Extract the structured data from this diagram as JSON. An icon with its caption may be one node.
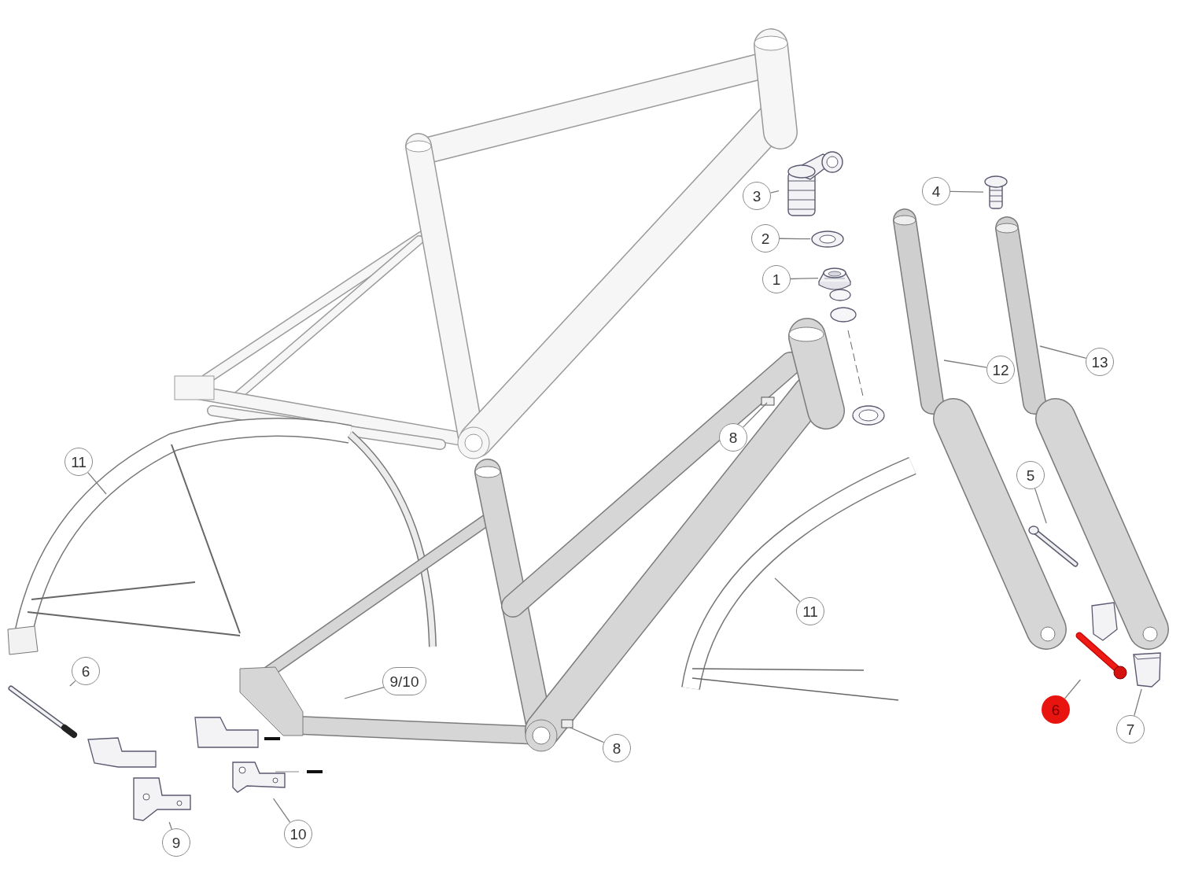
{
  "diagram": {
    "nodes": [
      {
        "text": [
          "3"
        ]
      },
      {
        "text": [],
        "shape": "picture"
      },
      {
        "text": [
          "4"
        ]
      },
      {
        "text": [],
        "shape": "picture"
      },
      {
        "text": [
          "2"
        ]
      },
      {
        "text": [],
        "shape": "picture"
      },
      {
        "text": [
          "1"
        ]
      },
      {
        "text": [],
        "shape": "picture"
      },
      {
        "text": [
          "12"
        ]
      },
      {
        "text": [
          "13"
        ]
      },
      {
        "text": [
          "8"
        ]
      },
      {
        "text": [
          "11"
        ]
      },
      {
        "text": [
          "5"
        ]
      },
      {
        "text": [],
        "shape": "picture"
      },
      {
        "text": [
          "11"
        ]
      },
      {
        "text": [
          "6"
        ]
      },
      {
        "text": [],
        "shape": "picture"
      },
      {
        "text": [
          "9/10"
        ]
      },
      {
        "text": [
          "6"
        ]
      },
      {
        "text": [],
        "shape": "picture"
      },
      {
        "text": [
          "7"
        ]
      },
      {
        "text": [],
        "shape": "picture"
      },
      {
        "text": [
          "8"
        ]
      },
      {
        "text": [
          "10"
        ]
      },
      {
        "text": [],
        "shape": "picture"
      },
      {
        "text": [
          "9"
        ]
      },
      {
        "text": [],
        "shape": "picture"
      }
    ],
    "edges": [
      {
        "from": 0,
        "to": 1,
        "arrow": "none"
      },
      {
        "from": 2,
        "to": 3,
        "arrow": "none"
      },
      {
        "from": 4,
        "to": 5,
        "arrow": "none"
      },
      {
        "from": 6,
        "to": 7,
        "arrow": "none"
      },
      {
        "from": 8,
        "to": null,
        "arrow": "none"
      },
      {
        "from": 9,
        "to": null,
        "arrow": "none"
      },
      {
        "from": 10,
        "to": null,
        "arrow": "none"
      },
      {
        "from": 11,
        "to": null,
        "arrow": "none"
      },
      {
        "from": 12,
        "to": 13,
        "arrow": "none"
      },
      {
        "from": 14,
        "to": null,
        "arrow": "none"
      },
      {
        "from": 15,
        "to": 16,
        "arrow": "none"
      },
      {
        "from": 17,
        "to": null,
        "arrow": "none"
      },
      {
        "from": 18,
        "to": 19,
        "arrow": "none"
      },
      {
        "from": 20,
        "to": 21,
        "arrow": "none"
      },
      {
        "from": 22,
        "to": null,
        "arrow": "none"
      },
      {
        "from": 23,
        "to": 24,
        "arrow": "none"
      },
      {
        "from": 25,
        "to": 26,
        "arrow": "none"
      }
    ]
  }
}
